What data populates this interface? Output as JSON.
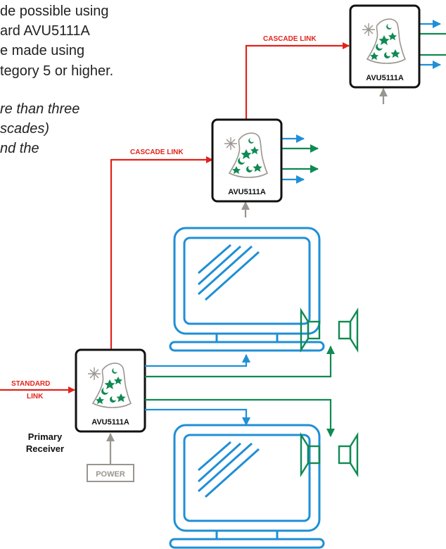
{
  "intro_lines": [
    "de possible using",
    "ard AVU5111A",
    "e made using",
    "tegory 5 or higher."
  ],
  "intro_italic_lines": [
    "re than three",
    "scades)",
    "nd the"
  ],
  "labels": {
    "cascade_link_top": "CASCADE LINK",
    "cascade_link_mid": "CASCADE LINK",
    "standard_link_line1": "STANDARD",
    "standard_link_line2": "LINK",
    "unit_top": "AVU5111A",
    "unit_mid": "AVU5111A",
    "unit_primary": "AVU5111A",
    "primary_line1": "Primary",
    "primary_line2": "Receiver",
    "power": "POWER"
  },
  "colors": {
    "link_red": "#e2231a",
    "video_blue": "#1f8fd6",
    "audio_green": "#0f8a52",
    "power_grey": "#9a958f",
    "hat_green": "#0f8a52"
  }
}
